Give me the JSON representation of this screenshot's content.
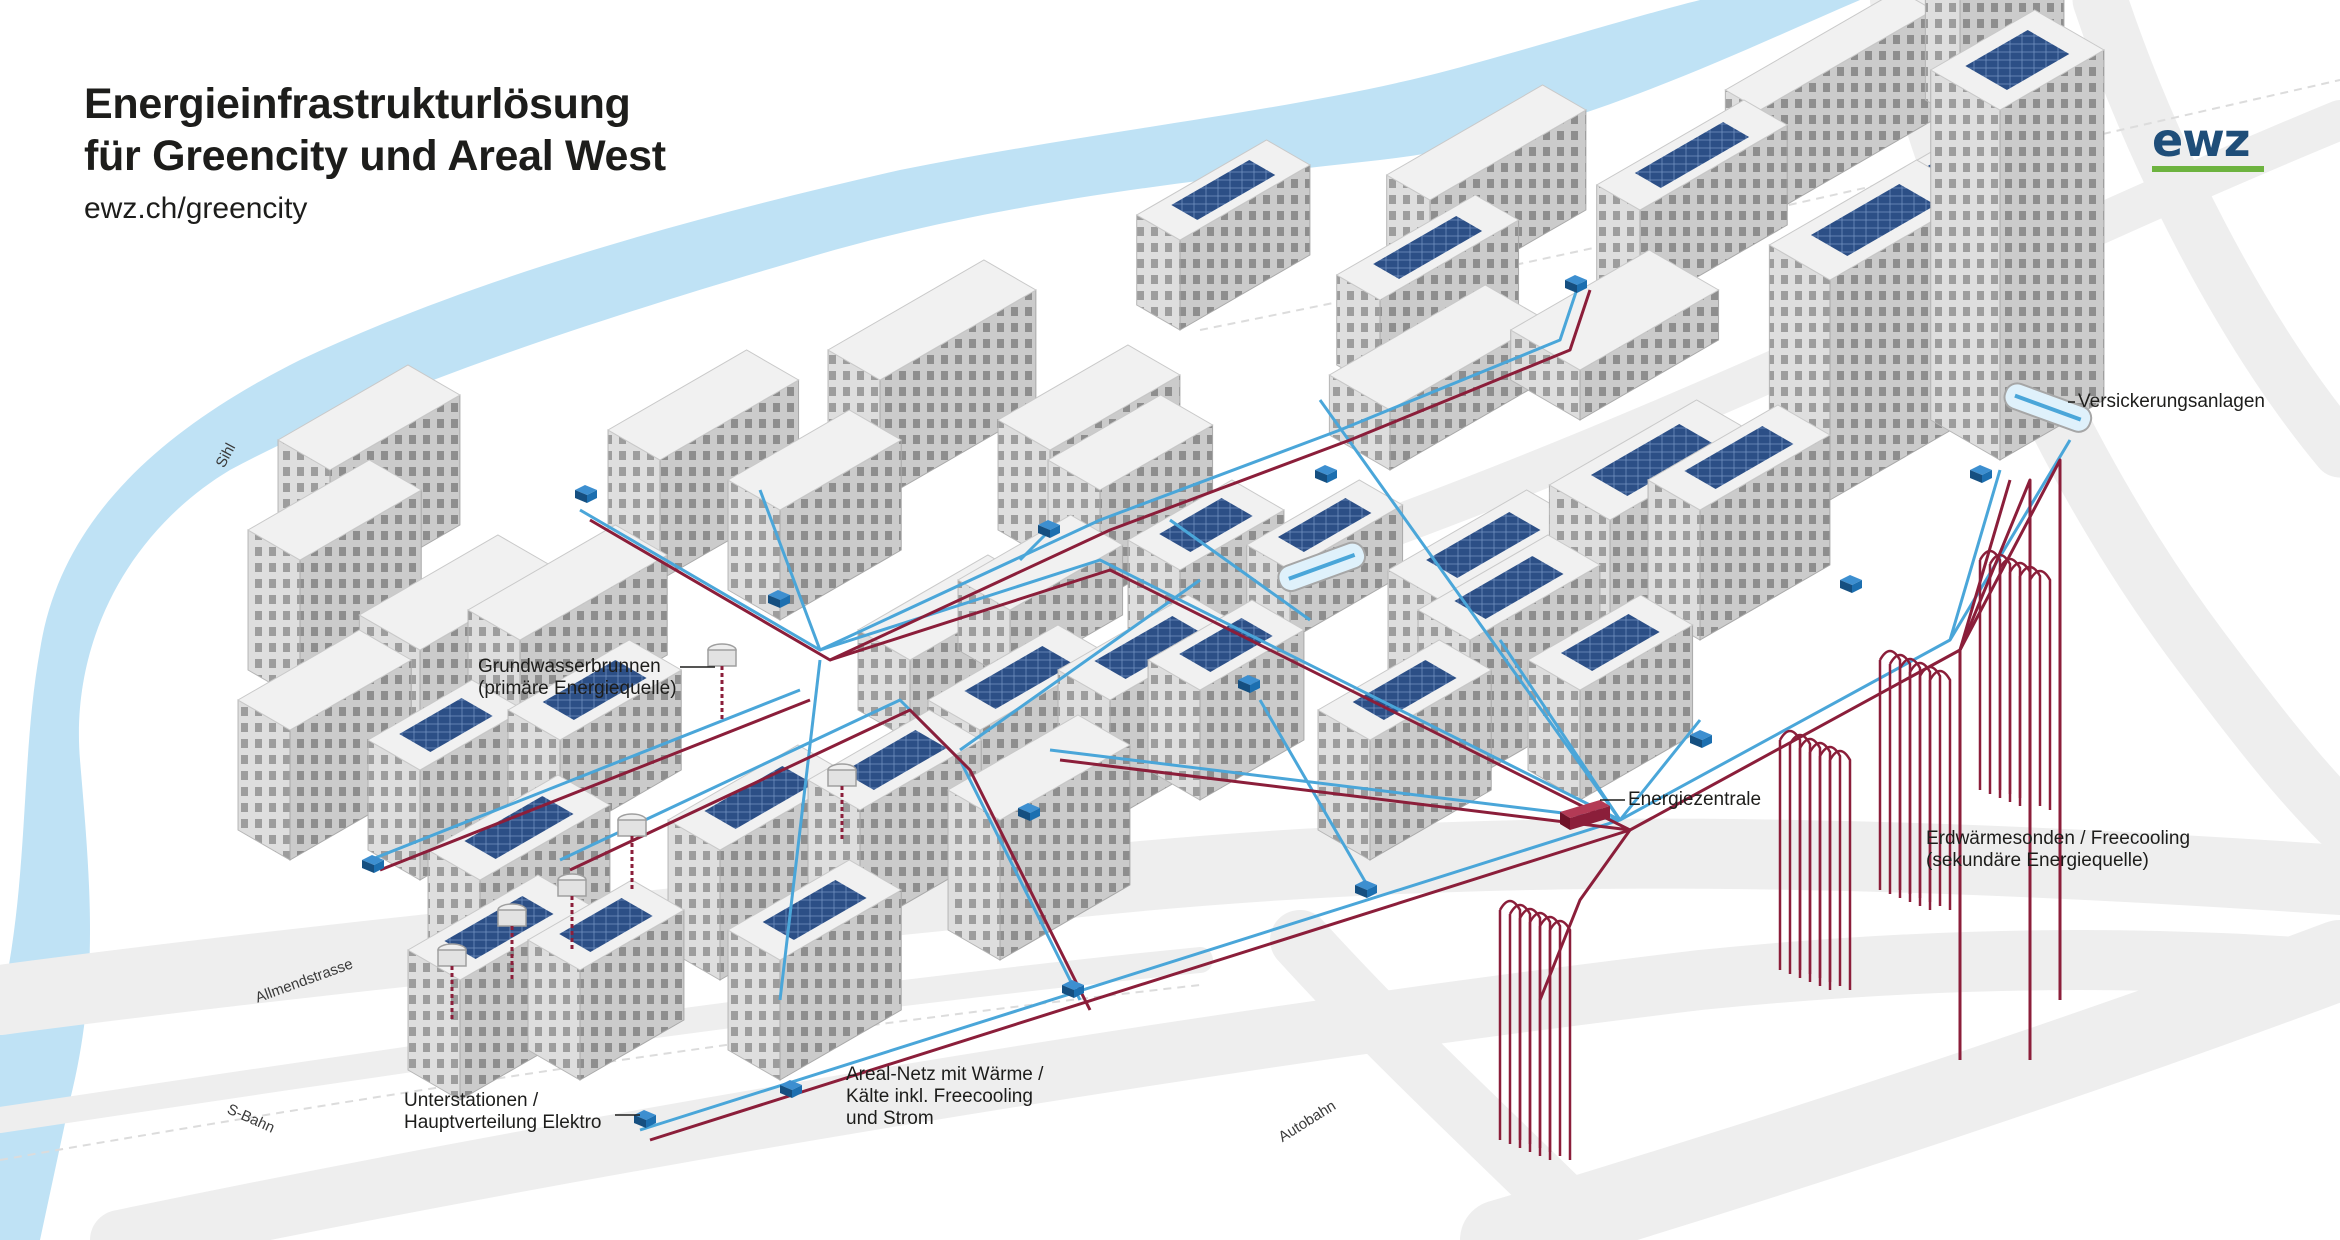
{
  "title": {
    "line1": "Energieinfrastrukturlösung",
    "line2": "für Greencity und Areal West",
    "url": "ewz.ch/greencity"
  },
  "logo": {
    "text": "ewz",
    "text_color": "#1f4e79",
    "bar_color": "#6db33f"
  },
  "labels": {
    "grundwasser_1": "Grundwasserbrunnen",
    "grundwasser_2": "(primäre Energiequelle)",
    "versickerung": "Versickerungsanlagen",
    "energiezentrale": "Energiezentrale",
    "erdwaerme_1": "Erdwärmesonden / Freecooling",
    "erdwaerme_2": "(sekundäre Energiequelle)",
    "arealnetz_1": "Areal-Netz mit Wärme /",
    "arealnetz_2": "Kälte inkl. Freecooling",
    "arealnetz_3": "und Strom",
    "unterstationen_1": "Unterstationen /",
    "unterstationen_2": "Hauptverteilung Elektro"
  },
  "streets": {
    "sihl": "Sihl",
    "allmendstrasse": "Allmendstrasse",
    "sbahn": "S-Bahn",
    "autobahn": "Autobahn"
  },
  "colors": {
    "river": "#bfe2f5",
    "roads": "#eeeeee",
    "building_top": "#f1f1f1",
    "building_left": "#d9d9d9",
    "building_right": "#c6c6c6",
    "solar": "#2c4f86",
    "pipe_warm": "#8b1e3a",
    "pipe_cold": "#4aa6d9",
    "substation": "#1c6fb0",
    "energiezentrale": "#8b1e3a"
  }
}
